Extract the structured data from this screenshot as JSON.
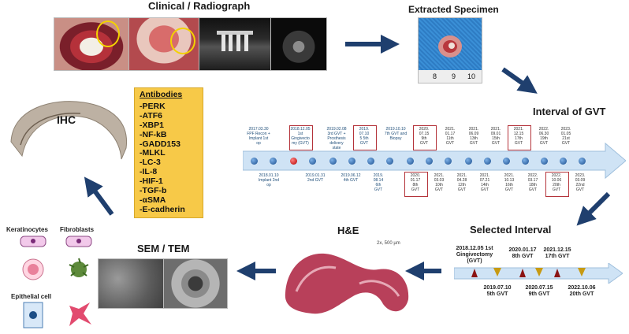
{
  "titles": {
    "clinical": "Clinical / Radiograph",
    "specimen": "Extracted Specimen",
    "interval": "Interval of GVT",
    "selected": "Selected Interval",
    "he": "H&E",
    "semtem": "SEM / TEM",
    "ihc": "IHC"
  },
  "specimen_ruler": [
    "8",
    "9",
    "10"
  ],
  "he_scale": "2x, 500 µm",
  "antibodies": {
    "heading": "Antibodies",
    "items": [
      "-PERK",
      "-ATF6",
      "-XBP1",
      "-NF-kB",
      "-GADD153",
      "-MLKL",
      "-LC-3",
      "-IL-8",
      "-HIF-1",
      "-TGF-b",
      "-αSMA",
      "-E-cadherin"
    ]
  },
  "timeline_top": [
    {
      "text": "2017.03.30\nFPF Recon +\nImplant 1st\nop",
      "boxed": false
    },
    {
      "text": "2018.12.05\n1st\nGingivecto\nmy (GVT)",
      "boxed": true
    },
    {
      "text": "2019.02.08\n3rd GVT +\nProsthesis\ndelivery\nstate",
      "boxed": false
    },
    {
      "text": "2019.\n07.10\n5 5th\nGVT",
      "boxed": true
    },
    {
      "text": "2019.10.10\n7th GVT and\nBiopsy",
      "boxed": false
    },
    {
      "text": "2020.\n07.15\n9th\nGVT",
      "boxed": true
    },
    {
      "text": "2021.\n01.17\n11th\nGVT",
      "boxed": false
    },
    {
      "text": "2021.\n06.09\n13th\nGVT",
      "boxed": false
    },
    {
      "text": "2021.\n09.01\n15th\nGVT",
      "boxed": false
    },
    {
      "text": "2021.\n12.15\n17th\nGVT",
      "boxed": true
    },
    {
      "text": "2022.\n06.30\n19th\nGVT",
      "boxed": false
    },
    {
      "text": "2023.\n01.05\n21st\nGVT",
      "boxed": false
    }
  ],
  "timeline_bottom": [
    {
      "text": "2018.01.10\nImplant 2nd\nop",
      "boxed": false
    },
    {
      "text": "2019.01.31\n2nd GVT",
      "boxed": false
    },
    {
      "text": "2019.06.12\n4th GVT",
      "boxed": false
    },
    {
      "text": "2019.\n08.14\n6th\nGVT",
      "boxed": false
    },
    {
      "text": "2020.\n01.17\n8th\nGVT",
      "boxed": true
    },
    {
      "text": "2021.\n03.03\n10th\nGVT",
      "boxed": false
    },
    {
      "text": "2021.\n04.28\n12th\nGVT",
      "boxed": false
    },
    {
      "text": "2021.\n07.21\n14th\nGVT",
      "boxed": false
    },
    {
      "text": "2021.\n10.13\n16th\nGVT",
      "boxed": false
    },
    {
      "text": "2022.\n03.17\n18th\nGVT",
      "boxed": false
    },
    {
      "text": "2022.\n10.06\n20th\nGVT",
      "boxed": true
    },
    {
      "text": "2023.\n03.09\n22nd\nGVT",
      "boxed": false
    }
  ],
  "selected_top": [
    {
      "text": "2018.12.05 1st\nGingivectomy\n(GVT)"
    },
    {
      "text": "2020.01.17\n8th GVT"
    },
    {
      "text": "2021.12.15\n17th GVT"
    }
  ],
  "selected_bottom": [
    {
      "text": "2019.07.10\n5th GVT"
    },
    {
      "text": "2020.07.15\n9th GVT"
    },
    {
      "text": "2022.10.06\n20th GVT"
    }
  ],
  "cells": {
    "keratinocytes": "Keratinocytes",
    "fibroblasts": "Fibroblasts",
    "epithelial": "Epithelial cell"
  },
  "colors": {
    "arrow": "#1f3f6e",
    "antibody_box": "#f7c948",
    "timeline_arrow": "#cfe3f5",
    "redbox": "#b4333a"
  }
}
